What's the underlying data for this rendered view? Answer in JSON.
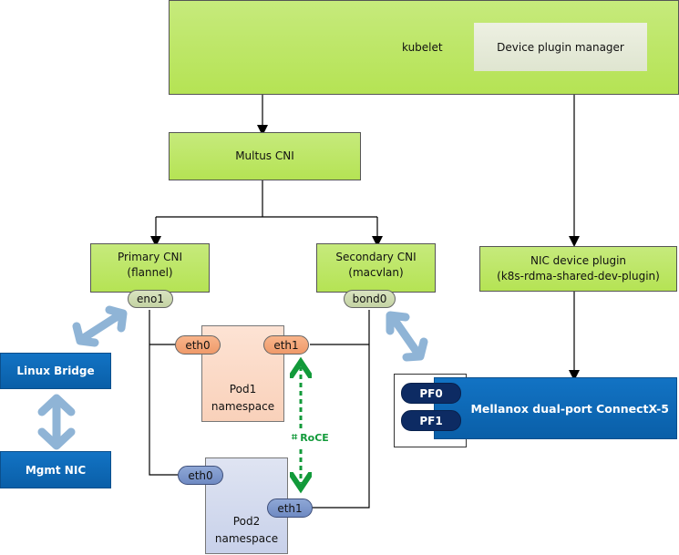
{
  "kubelet": {
    "label": "kubelet",
    "device_plugin_manager": "Device plugin manager"
  },
  "multus": {
    "label": "Multus CNI"
  },
  "primary_cni": {
    "title": "Primary CNI",
    "subtitle": "(flannel)",
    "interface": "eno1"
  },
  "secondary_cni": {
    "title": "Secondary CNI",
    "subtitle": "(macvlan)",
    "interface": "bond0"
  },
  "nic_device_plugin": {
    "title": "NIC device plugin",
    "subtitle": "(k8s-rdma-shared-dev-plugin)"
  },
  "linux_bridge": {
    "label": "Linux Bridge"
  },
  "mgmt_nic": {
    "label": "Mgmt NIC"
  },
  "pod1": {
    "name": "Pod1",
    "sub": "namespace",
    "eth0": "eth0",
    "eth1": "eth1"
  },
  "pod2": {
    "name": "Pod2",
    "sub": "namespace",
    "eth0": "eth0",
    "eth1": "eth1"
  },
  "roce": {
    "label": "RoCE"
  },
  "mellanox": {
    "label": "Mellanox dual-port ConnectX-5",
    "ports": [
      "PF0",
      "PF1"
    ]
  },
  "colors": {
    "green_box": "#b5e354",
    "blue_box": "#0a5fa8",
    "pod1_fill": "#f9d1ba",
    "pod2_fill": "#c8d1ea",
    "arrow_light_blue": "#8fb4d6",
    "roce_green": "#129a3a"
  }
}
